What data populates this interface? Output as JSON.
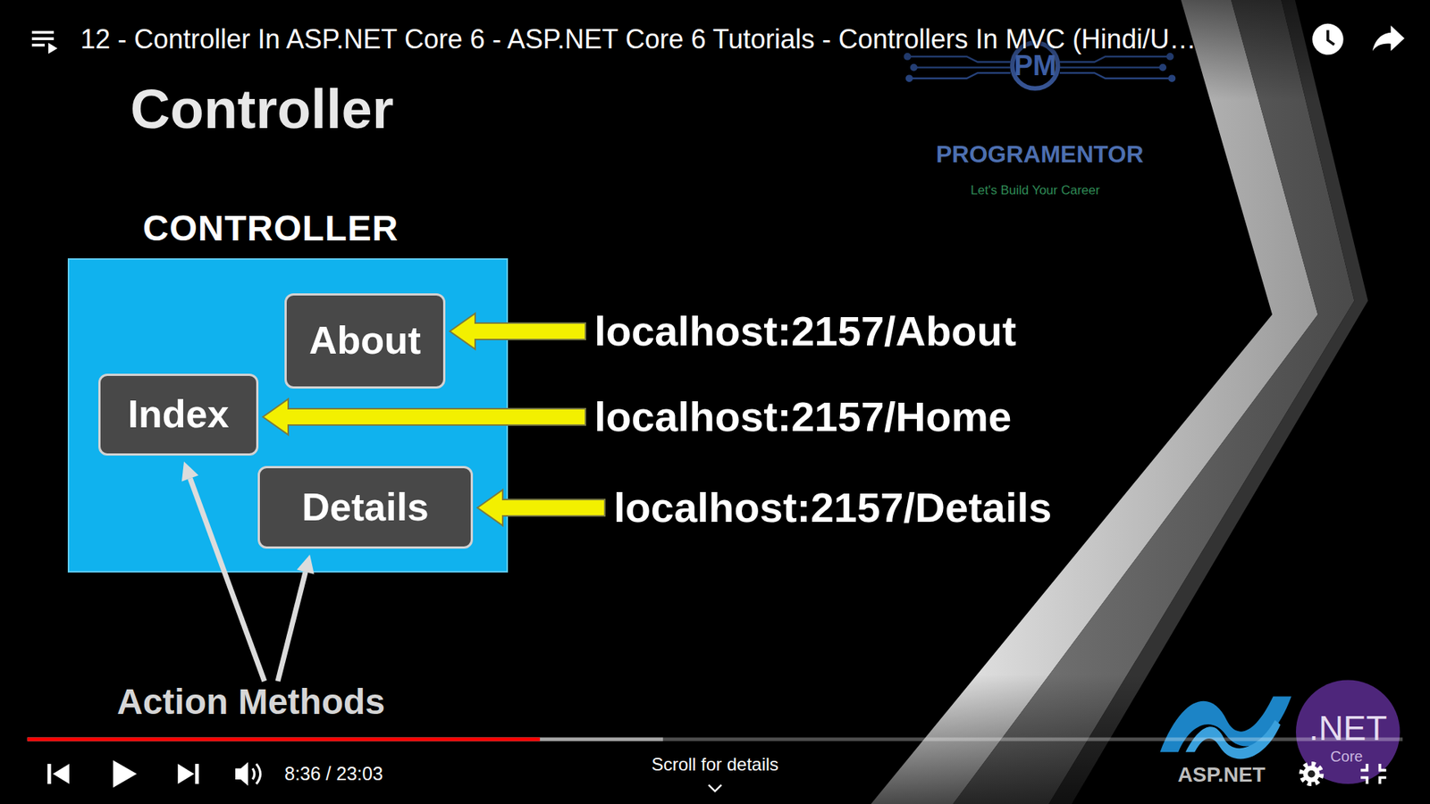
{
  "diagram": {
    "title": "Controller",
    "nodes": [
      {
        "text": [
          "CONTROLLER"
        ]
      },
      {
        "text": [
          "About"
        ],
        "in": 0
      },
      {
        "text": [
          "Index"
        ],
        "in": 0
      },
      {
        "text": [
          "Details"
        ],
        "in": 0
      }
    ],
    "labels": [
      "12 - Controller In ASP.NET Core 6 - ASP.NET Core 6 Tutorials - Controllers In MVC (Hindi/U…",
      "PM",
      "PROGRAMENTOR",
      "Let's Build Your Career",
      "localhost:2157/About",
      "localhost:2157/Home",
      "localhost:2157/Details",
      "Action Methods",
      "ASP.NET",
      ".NET",
      "Core",
      "8:36 / 23:03",
      "Scroll for details"
    ]
  }
}
